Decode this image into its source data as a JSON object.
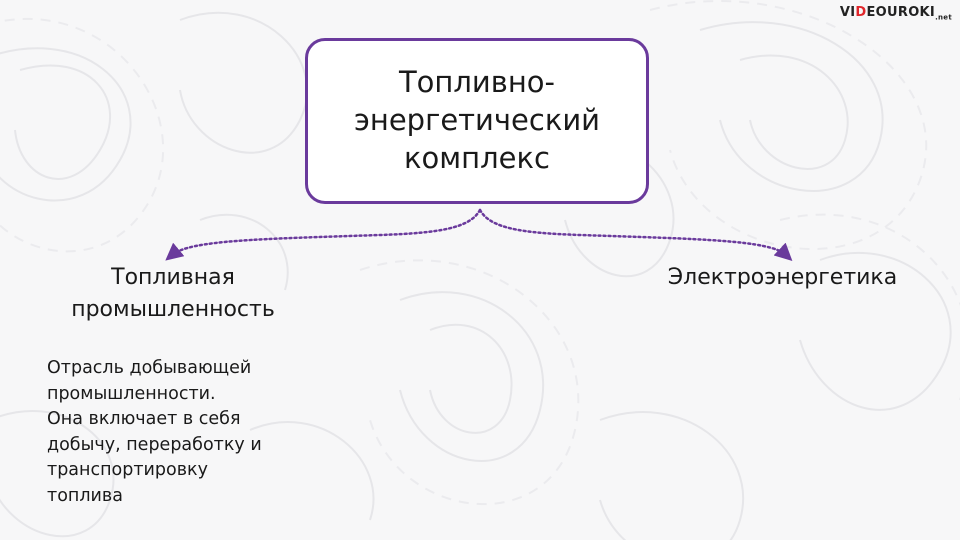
{
  "logo": {
    "text_a": "VI",
    "text_accent": "D",
    "text_b": "EOUROKI",
    "suffix": ".net"
  },
  "central": {
    "title": "Топливно-\nэнергетический\nкомплекс"
  },
  "branches": [
    {
      "title": "Топливная\nпромышленность"
    },
    {
      "title": "Электроэнергетика"
    }
  ],
  "description": "Отрасль добывающей\nпромышленности.\nОна включает в себя\nдобычу, переработку и\nтранспортировку\nтоплива",
  "colors": {
    "accent": "#6a3a9c",
    "logo_red": "#e0262b",
    "background": "#f7f7f8"
  }
}
